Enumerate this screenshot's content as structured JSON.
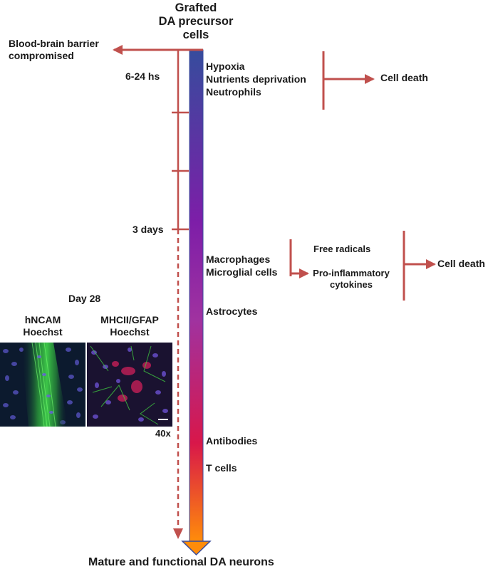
{
  "top_label": [
    "Grafted",
    "DA precursor",
    "cells"
  ],
  "bottom_label": "Mature and functional DA neurons",
  "bbb_label": [
    "Blood-brain barrier",
    "compromised"
  ],
  "timepoints": {
    "t1": "6-24 hs",
    "t2": "3 days"
  },
  "early_factors": [
    "Hypoxia",
    "Nutrients deprivation",
    "Neutrophils"
  ],
  "early_outcome": "Cell death",
  "immune_cells": [
    "Macrophages",
    "Microglial cells"
  ],
  "mediators": {
    "free_radicals": "Free radicals",
    "cytokines": [
      "Pro-inflammatory",
      "cytokines"
    ]
  },
  "late_outcome": "Cell death",
  "astrocytes": "Astrocytes",
  "antibodies": "Antibodies",
  "t_cells": "T cells",
  "micrographs": {
    "day": "Day 28",
    "left_stain": [
      "hNCAM",
      "Hoechst"
    ],
    "right_stain": [
      "MHCII/GFAP",
      "Hoechst"
    ],
    "magnification": "40x"
  },
  "colors": {
    "arrow_red": "#c0504d",
    "gradient_top": "#3a4d9c",
    "gradient_mid": "#8a1fa6",
    "gradient_low": "#d11a4a",
    "gradient_bottom": "#ff8a0a"
  }
}
